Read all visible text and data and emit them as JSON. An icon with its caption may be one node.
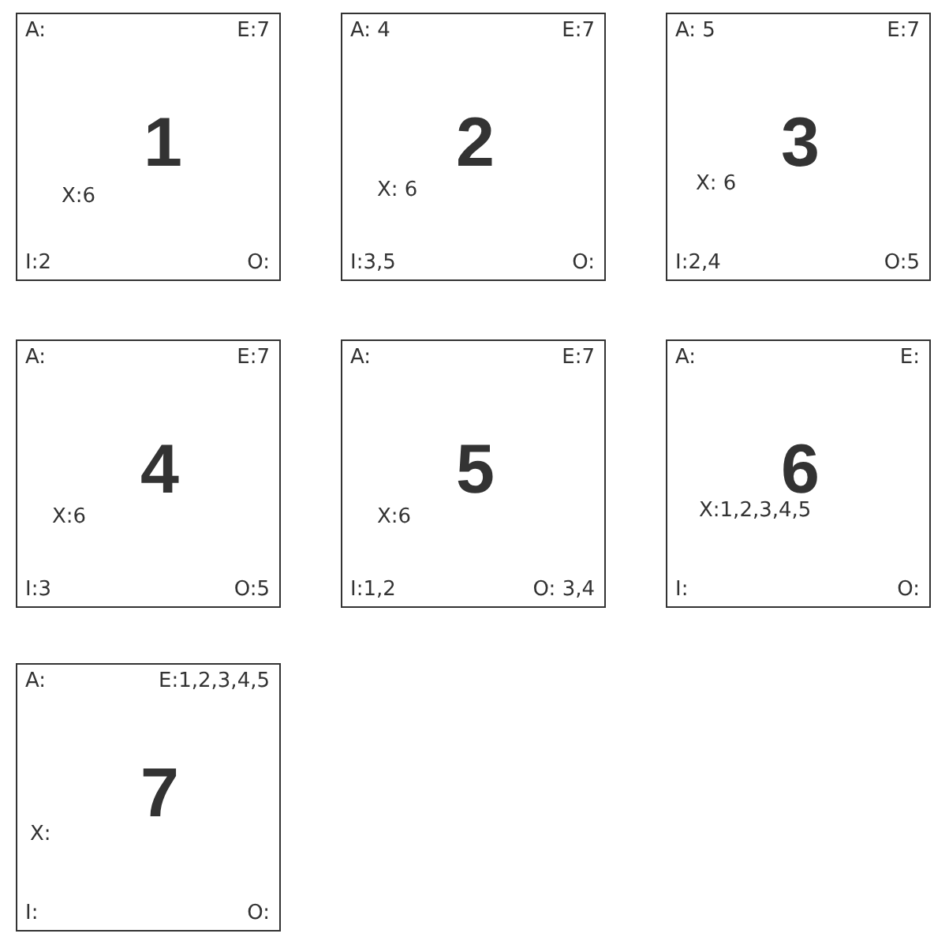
{
  "diagram": {
    "nodes": [
      {
        "text": [
          "1",
          "A:",
          "E:7",
          "X:6",
          "I:2",
          "O:"
        ]
      },
      {
        "text": [
          "2",
          "A: 4",
          "E:7",
          "X: 6",
          "I:3,5",
          "O:"
        ]
      },
      {
        "text": [
          "3",
          "A: 5",
          "E:7",
          "X: 6",
          "I:2,4",
          "O:5"
        ]
      },
      {
        "text": [
          "4",
          "A:",
          "E:7",
          "X:6",
          "I:3",
          "O:5"
        ]
      },
      {
        "text": [
          "5",
          "A:",
          "E:7",
          "X:6",
          "I:1,2",
          "O: 3,4"
        ]
      },
      {
        "text": [
          "6",
          "A:",
          "E:",
          "X:1,2,3,4,5",
          "I:",
          "O:"
        ]
      },
      {
        "text": [
          "7",
          "A:",
          "E:1,2,3,4,5",
          "X:",
          "I:",
          "O:"
        ]
      }
    ]
  }
}
